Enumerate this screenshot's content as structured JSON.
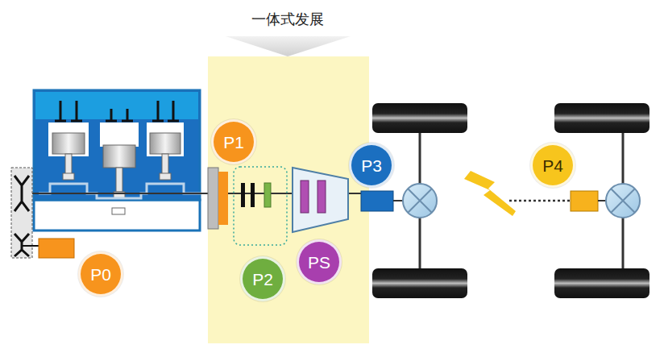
{
  "diagram": {
    "title": "一体式发展",
    "nodes": [
      {
        "text": [
          "P1"
        ]
      },
      {
        "text": [
          "P3"
        ]
      },
      {
        "text": [
          "P4"
        ]
      },
      {
        "text": [
          "PS"
        ]
      },
      {
        "text": [
          "P0"
        ]
      },
      {
        "text": [
          "P2"
        ]
      }
    ]
  }
}
